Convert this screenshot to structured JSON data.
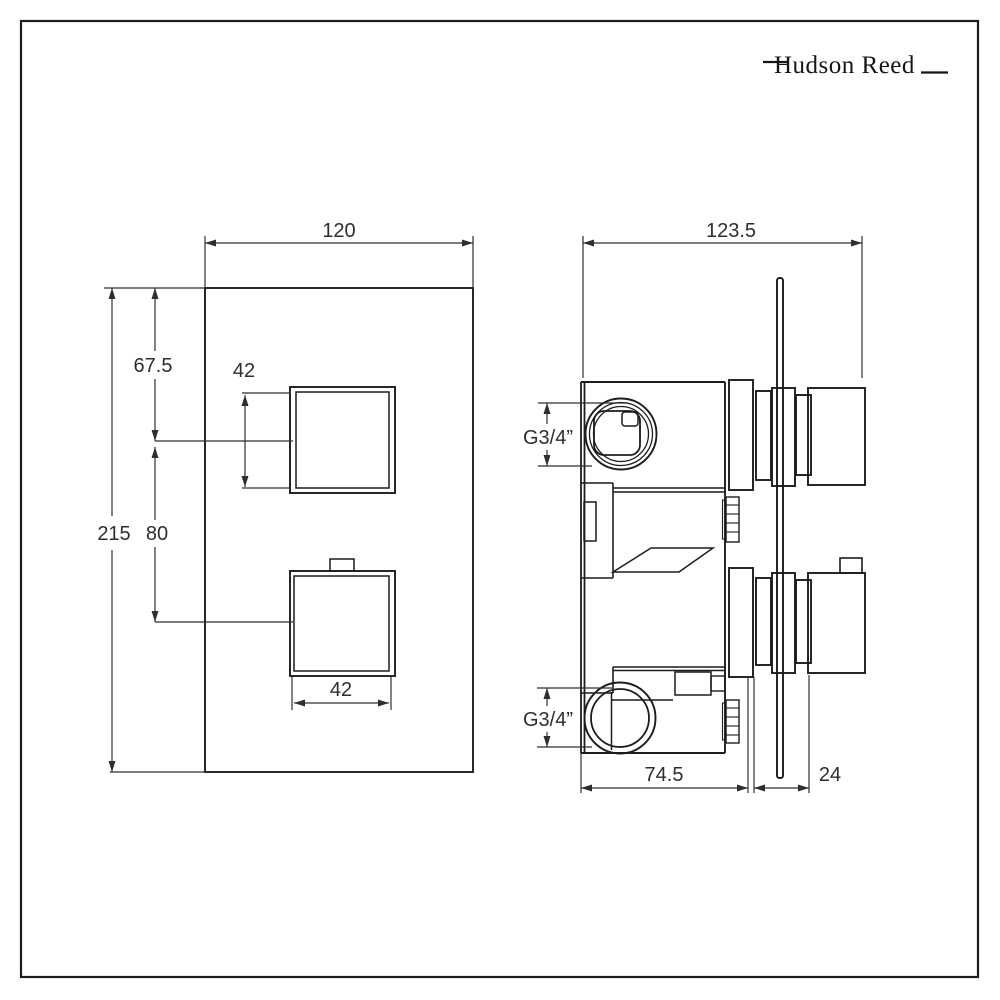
{
  "colors": {
    "line": "#1c1c1c",
    "dim_line": "#2e2e2e",
    "text": "#2e2e2e",
    "background": "#ffffff"
  },
  "logo": {
    "text": "Hudson Reed"
  },
  "front_view": {
    "description": "front view of square shower valve plate with two square handles",
    "dimensions": {
      "plate_width": "120",
      "plate_height": "215",
      "top_edge_to_handle_center": "67.5",
      "handle_center_spacing": "80",
      "top_handle_size": "42",
      "bottom_handle_size": "42"
    }
  },
  "side_view": {
    "description": "side profile of concealed valve body, wall plate and two handles",
    "dimensions": {
      "total_depth": "123.5",
      "valve_body_depth": "74.5",
      "handle_depth": "24",
      "top_inlet_thread": "G3/4”",
      "bottom_inlet_thread": "G3/4”"
    }
  }
}
